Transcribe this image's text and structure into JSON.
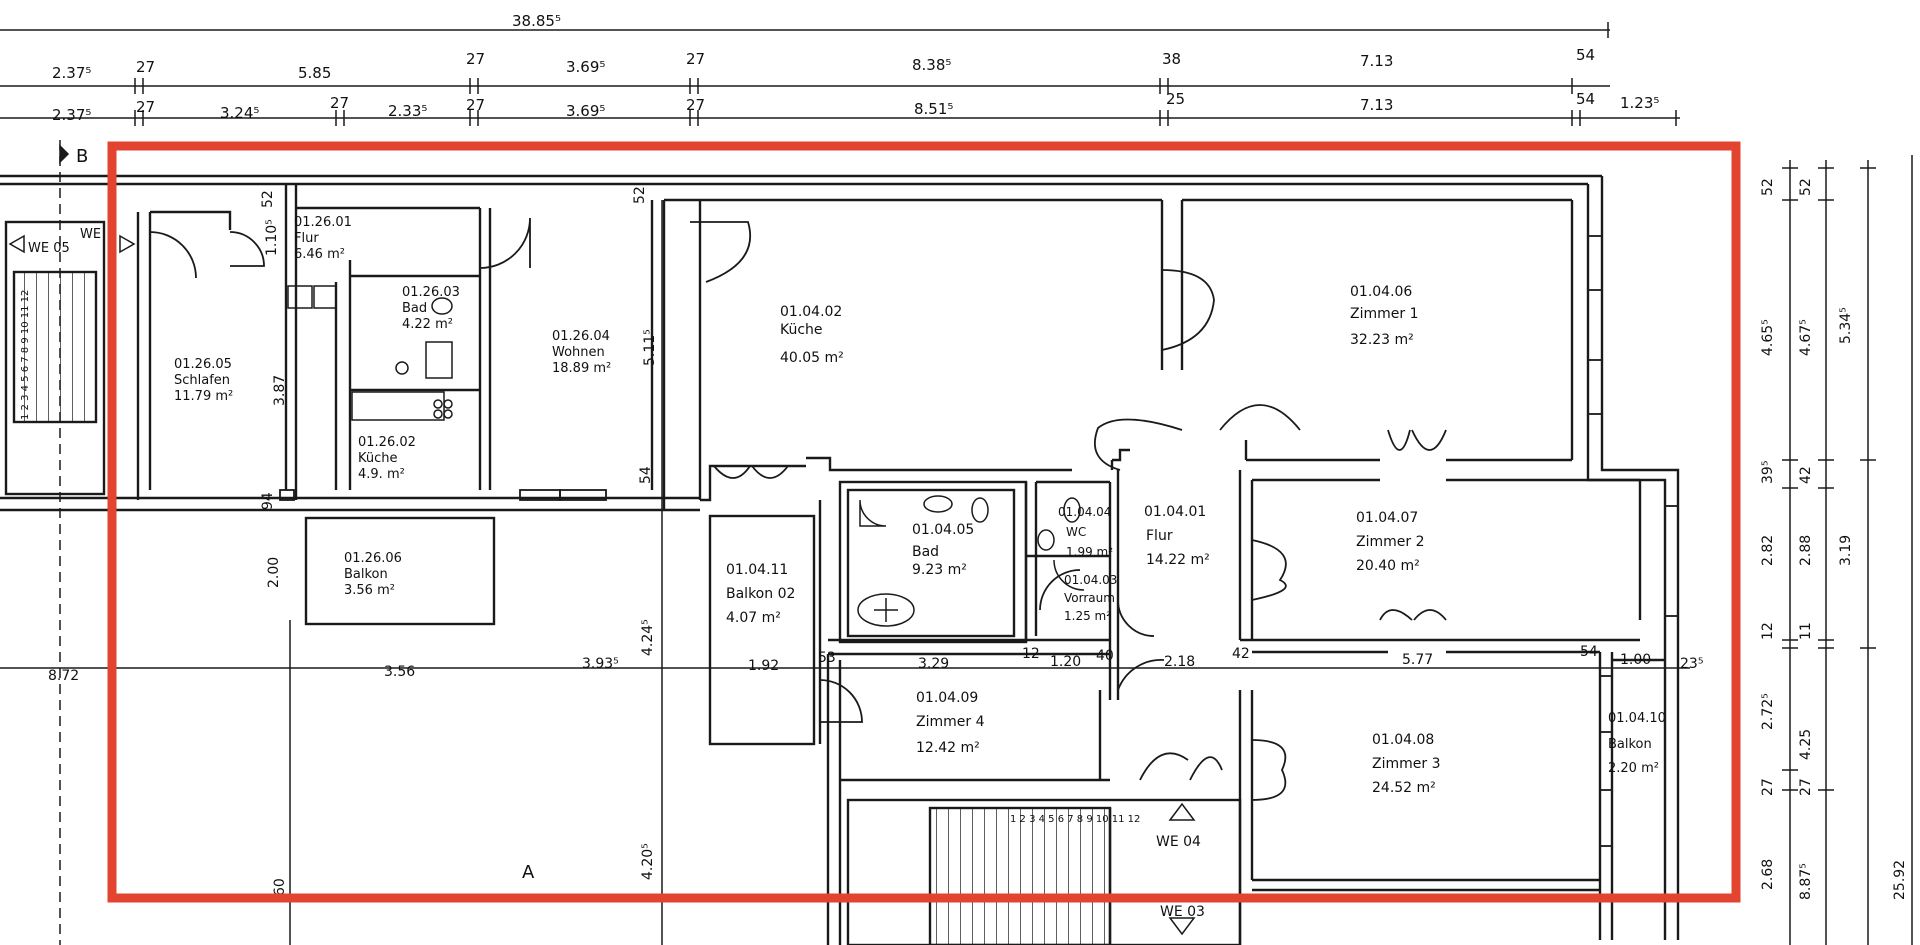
{
  "colors": {
    "line": "#1a1a1a",
    "highlight": "#e2442f",
    "background": "#ffffff"
  },
  "dimensions": {
    "overall": "38.85⁵",
    "top_row_1": [
      "2.37⁵",
      "27",
      "5.85",
      "27",
      "3.69⁵",
      "27",
      "8.38⁵",
      "38",
      "7.13",
      "54"
    ],
    "top_row_2": [
      "2.37⁵",
      "27",
      "3.24⁵",
      "27",
      "2.33⁵",
      "27",
      "3.69⁵",
      "27",
      "8.51⁵",
      "25",
      "7.13",
      "54",
      "1.23⁵"
    ],
    "right_col_1": [
      "52",
      "4.65⁵",
      "39⁵",
      "2.82",
      "12",
      "2.72⁵",
      "27",
      "2.68"
    ],
    "right_col_2": [
      "52",
      "4.67⁵",
      "42",
      "2.88",
      "11",
      "4.25",
      "27",
      "8.87⁵"
    ],
    "right_col_3": [
      "5.34⁵",
      "3.19",
      "25.92"
    ],
    "interior": [
      "52",
      "1.10⁵",
      "3.87",
      "5.11⁵",
      "54",
      "52",
      "94",
      "2.00",
      "8.72",
      "3.56",
      "3.93⁵",
      "4.24⁵",
      "1.92",
      "53",
      "3.29",
      "12",
      "1.20",
      "40",
      "2.18",
      "42",
      "5.77",
      "54",
      "1.00",
      "23⁵",
      "60",
      "4.20⁵"
    ]
  },
  "rooms": [
    {
      "id": "01.26.01",
      "name": "Flur",
      "area": "6.46 m²"
    },
    {
      "id": "01.26.03",
      "name": "Bad",
      "area": "4.22 m²"
    },
    {
      "id": "01.26.04",
      "name": "Wohnen",
      "area": "18.89 m²"
    },
    {
      "id": "01.26.05",
      "name": "Schlafen",
      "area": "11.79 m²"
    },
    {
      "id": "01.26.02",
      "name": "Küche",
      "area": "4.9. m²"
    },
    {
      "id": "01.26.06",
      "name": "Balkon",
      "area": "3.56 m²"
    },
    {
      "id": "01.04.02",
      "name": "Küche",
      "area": "40.05 m²"
    },
    {
      "id": "01.04.06",
      "name": "Zimmer 1",
      "area": "32.23 m²"
    },
    {
      "id": "01.04.05",
      "name": "Bad",
      "area": "9.23 m²"
    },
    {
      "id": "01.04.04",
      "name": "WC",
      "area": "1.99 m²"
    },
    {
      "id": "01.04.03",
      "name": "Vorraum",
      "area": "1.25 m²"
    },
    {
      "id": "01.04.01",
      "name": "Flur",
      "area": "14.22 m²"
    },
    {
      "id": "01.04.07",
      "name": "Zimmer 2",
      "area": "20.40 m²"
    },
    {
      "id": "01.04.11",
      "name": "Balkon 02",
      "area": "4.07 m²"
    },
    {
      "id": "01.04.09",
      "name": "Zimmer 4",
      "area": "12.42 m²"
    },
    {
      "id": "01.04.08",
      "name": "Zimmer 3",
      "area": "24.52 m²"
    },
    {
      "id": "01.04.10",
      "name": "Balkon",
      "area": "2.20 m²"
    }
  ],
  "markers": {
    "unit_left": "WE 05",
    "we_left": "WE",
    "stair_left": "1 2 3 4 5 6 7 8 9 10 11 12",
    "unit_main": "WE 04",
    "unit_below": "WE 03",
    "stair_main": "1 2 3 4 5 6 7 8 9 10 11 12",
    "section_b": "B",
    "section_a": "A"
  }
}
